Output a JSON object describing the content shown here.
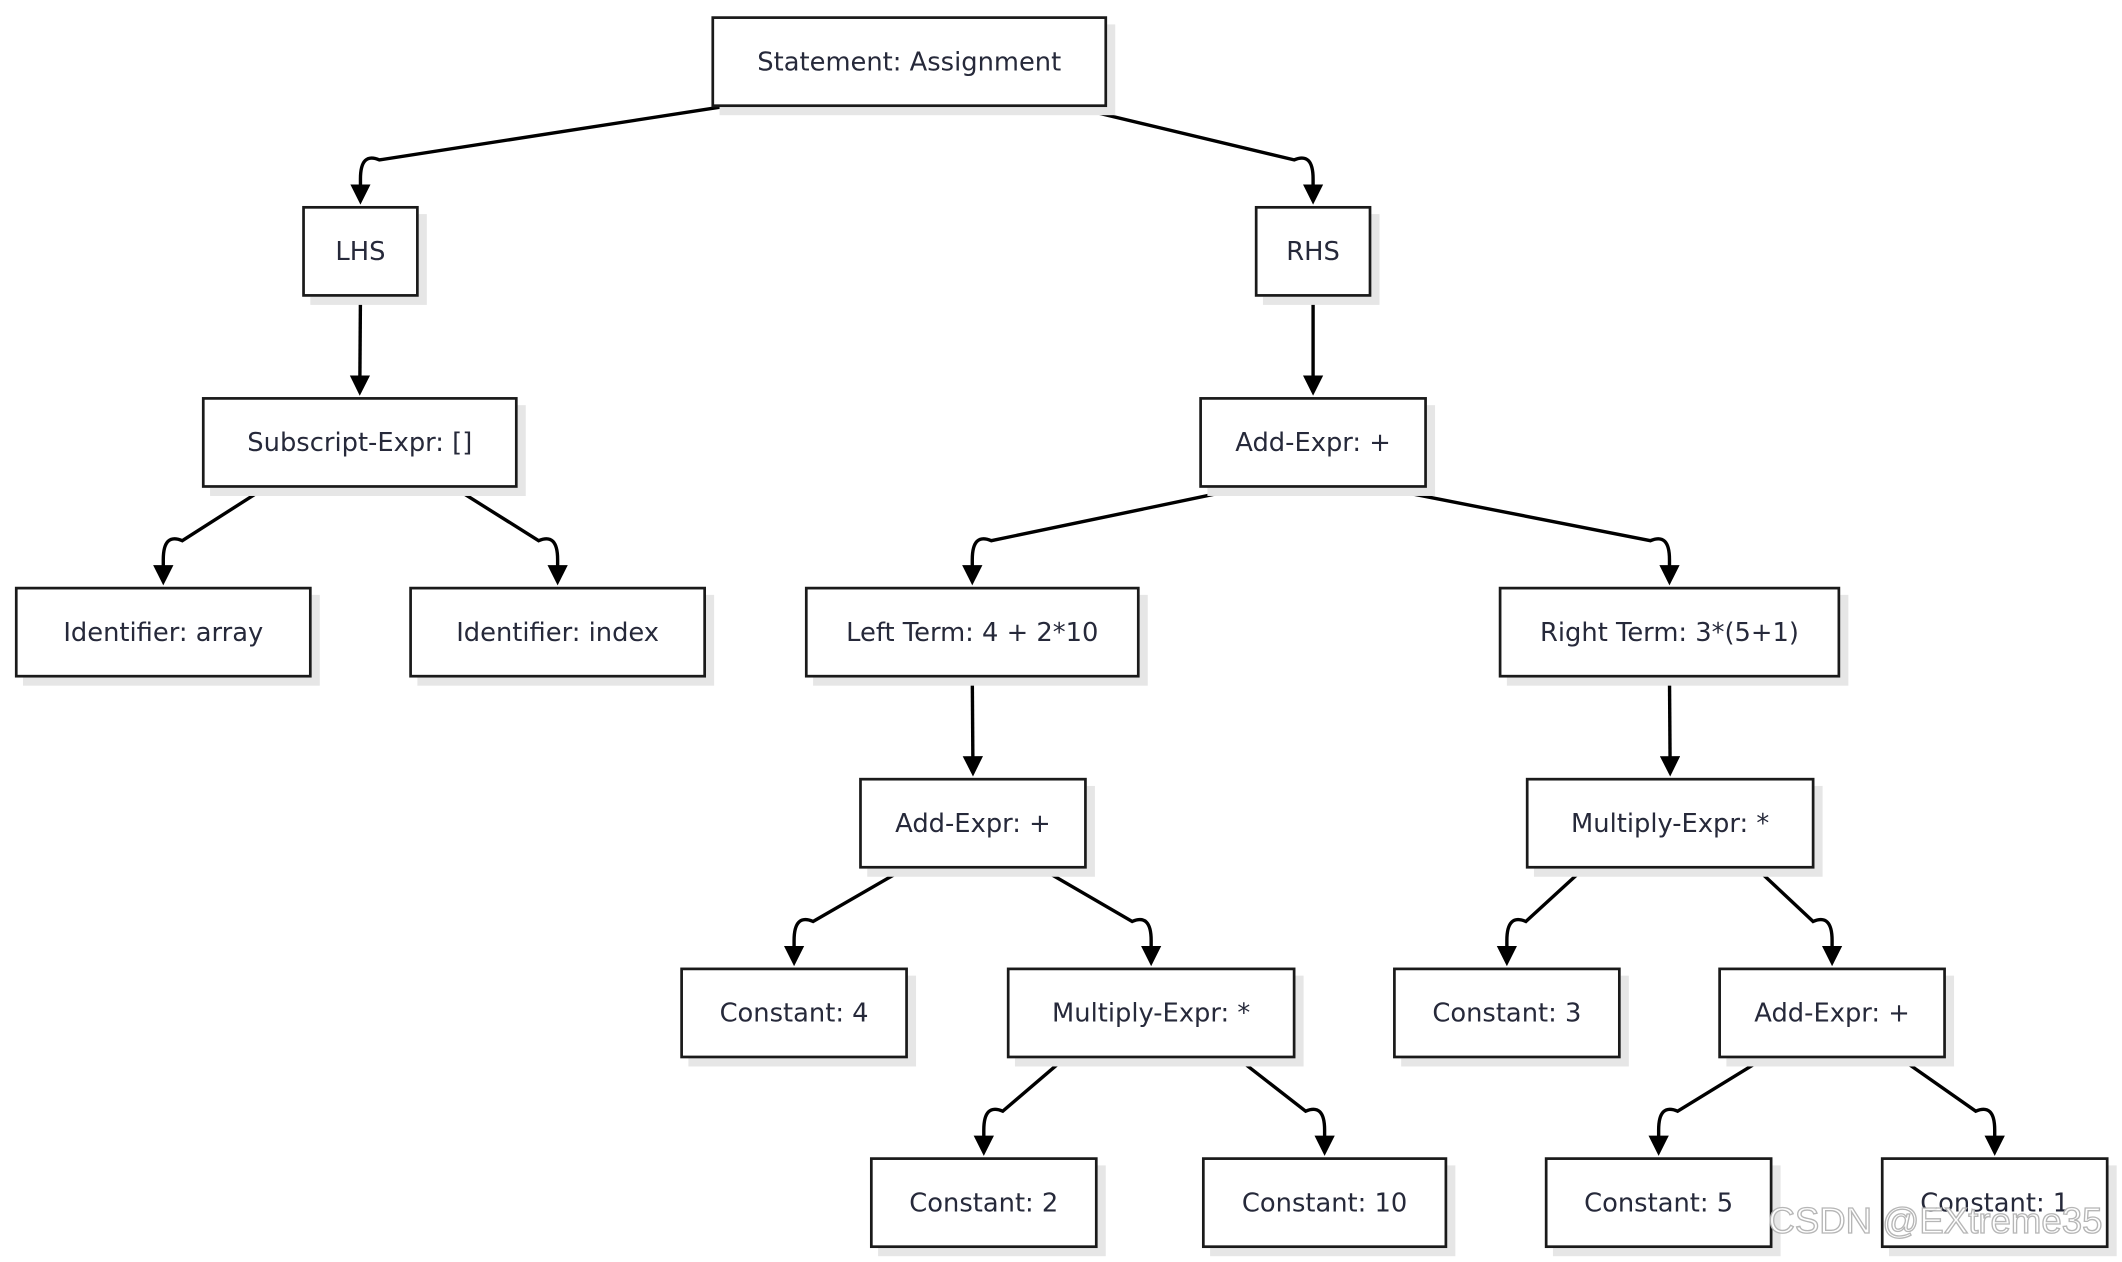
{
  "nodes": [
    {
      "id": "statement",
      "label": "Statement: Assignment"
    },
    {
      "id": "lhs",
      "label": "LHS"
    },
    {
      "id": "rhs",
      "label": "RHS"
    },
    {
      "id": "subscript",
      "label": "Subscript-Expr: []"
    },
    {
      "id": "id-array",
      "label": "Identifier: array"
    },
    {
      "id": "id-index",
      "label": "Identifier: index"
    },
    {
      "id": "add-top",
      "label": "Add-Expr: +"
    },
    {
      "id": "left-term",
      "label": "Left Term: 4 + 2*10"
    },
    {
      "id": "right-term",
      "label": "Right Term: 3*(5+1)"
    },
    {
      "id": "add-left",
      "label": "Add-Expr: +"
    },
    {
      "id": "mul-right",
      "label": "Multiply-Expr: *"
    },
    {
      "id": "const-4",
      "label": "Constant: 4"
    },
    {
      "id": "mul-left",
      "label": "Multiply-Expr: *"
    },
    {
      "id": "const-3",
      "label": "Constant: 3"
    },
    {
      "id": "add-inner",
      "label": "Add-Expr: +"
    },
    {
      "id": "const-2",
      "label": "Constant: 2"
    },
    {
      "id": "const-10",
      "label": "Constant: 10"
    },
    {
      "id": "const-5",
      "label": "Constant: 5"
    },
    {
      "id": "const-1",
      "label": "Constant: 1"
    }
  ],
  "edges": [
    [
      "statement",
      "lhs"
    ],
    [
      "statement",
      "rhs"
    ],
    [
      "lhs",
      "subscript"
    ],
    [
      "subscript",
      "id-array"
    ],
    [
      "subscript",
      "id-index"
    ],
    [
      "rhs",
      "add-top"
    ],
    [
      "add-top",
      "left-term"
    ],
    [
      "add-top",
      "right-term"
    ],
    [
      "left-term",
      "add-left"
    ],
    [
      "add-left",
      "const-4"
    ],
    [
      "add-left",
      "mul-left"
    ],
    [
      "mul-left",
      "const-2"
    ],
    [
      "mul-left",
      "const-10"
    ],
    [
      "right-term",
      "mul-right"
    ],
    [
      "mul-right",
      "const-3"
    ],
    [
      "mul-right",
      "add-inner"
    ],
    [
      "add-inner",
      "const-5"
    ],
    [
      "add-inner",
      "const-1"
    ]
  ],
  "watermark": "CSDN @EXtreme35",
  "colors": {
    "border": "#1a1a1a",
    "text": "#26293a",
    "edge": "#000000",
    "shadow": "#e6e6e6"
  }
}
